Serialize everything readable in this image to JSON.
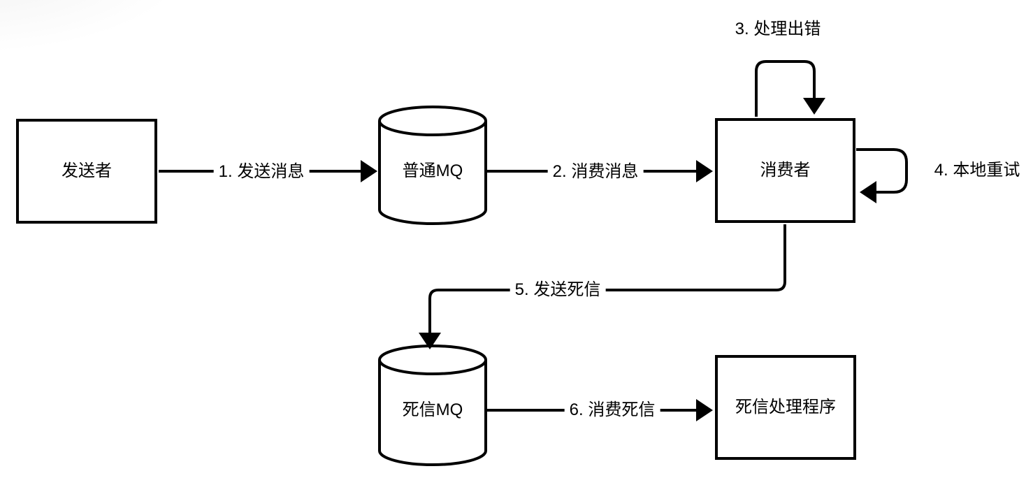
{
  "canvas": {
    "background_color": "#ffffff",
    "stroke_color": "#000000",
    "text_color": "#000000"
  },
  "nodes": [
    {
      "id": "sender",
      "shape": "rectangle",
      "label": "发送者"
    },
    {
      "id": "normal-mq",
      "shape": "cylinder",
      "label": "普通MQ"
    },
    {
      "id": "consumer",
      "shape": "rectangle",
      "label": "消费者"
    },
    {
      "id": "dead-letter-mq",
      "shape": "cylinder",
      "label": "死信MQ"
    },
    {
      "id": "dead-letter-handler",
      "shape": "rectangle",
      "label": "死信处理程序"
    }
  ],
  "edges": [
    {
      "id": "send-message",
      "from": "sender",
      "to": "normal-mq",
      "label": "1. 发送消息"
    },
    {
      "id": "consume-message",
      "from": "normal-mq",
      "to": "consumer",
      "label": "2. 消费消息"
    },
    {
      "id": "process-error-loop",
      "from": "consumer",
      "to": "consumer",
      "label": "3. 处理出错"
    },
    {
      "id": "local-retry-loop",
      "from": "consumer",
      "to": "consumer",
      "label": "4. 本地重试"
    },
    {
      "id": "send-dead-letter",
      "from": "consumer",
      "to": "dead-letter-mq",
      "label": "5. 发送死信"
    },
    {
      "id": "consume-dead-letter",
      "from": "dead-letter-mq",
      "to": "dead-letter-handler",
      "label": "6. 消费死信"
    }
  ]
}
